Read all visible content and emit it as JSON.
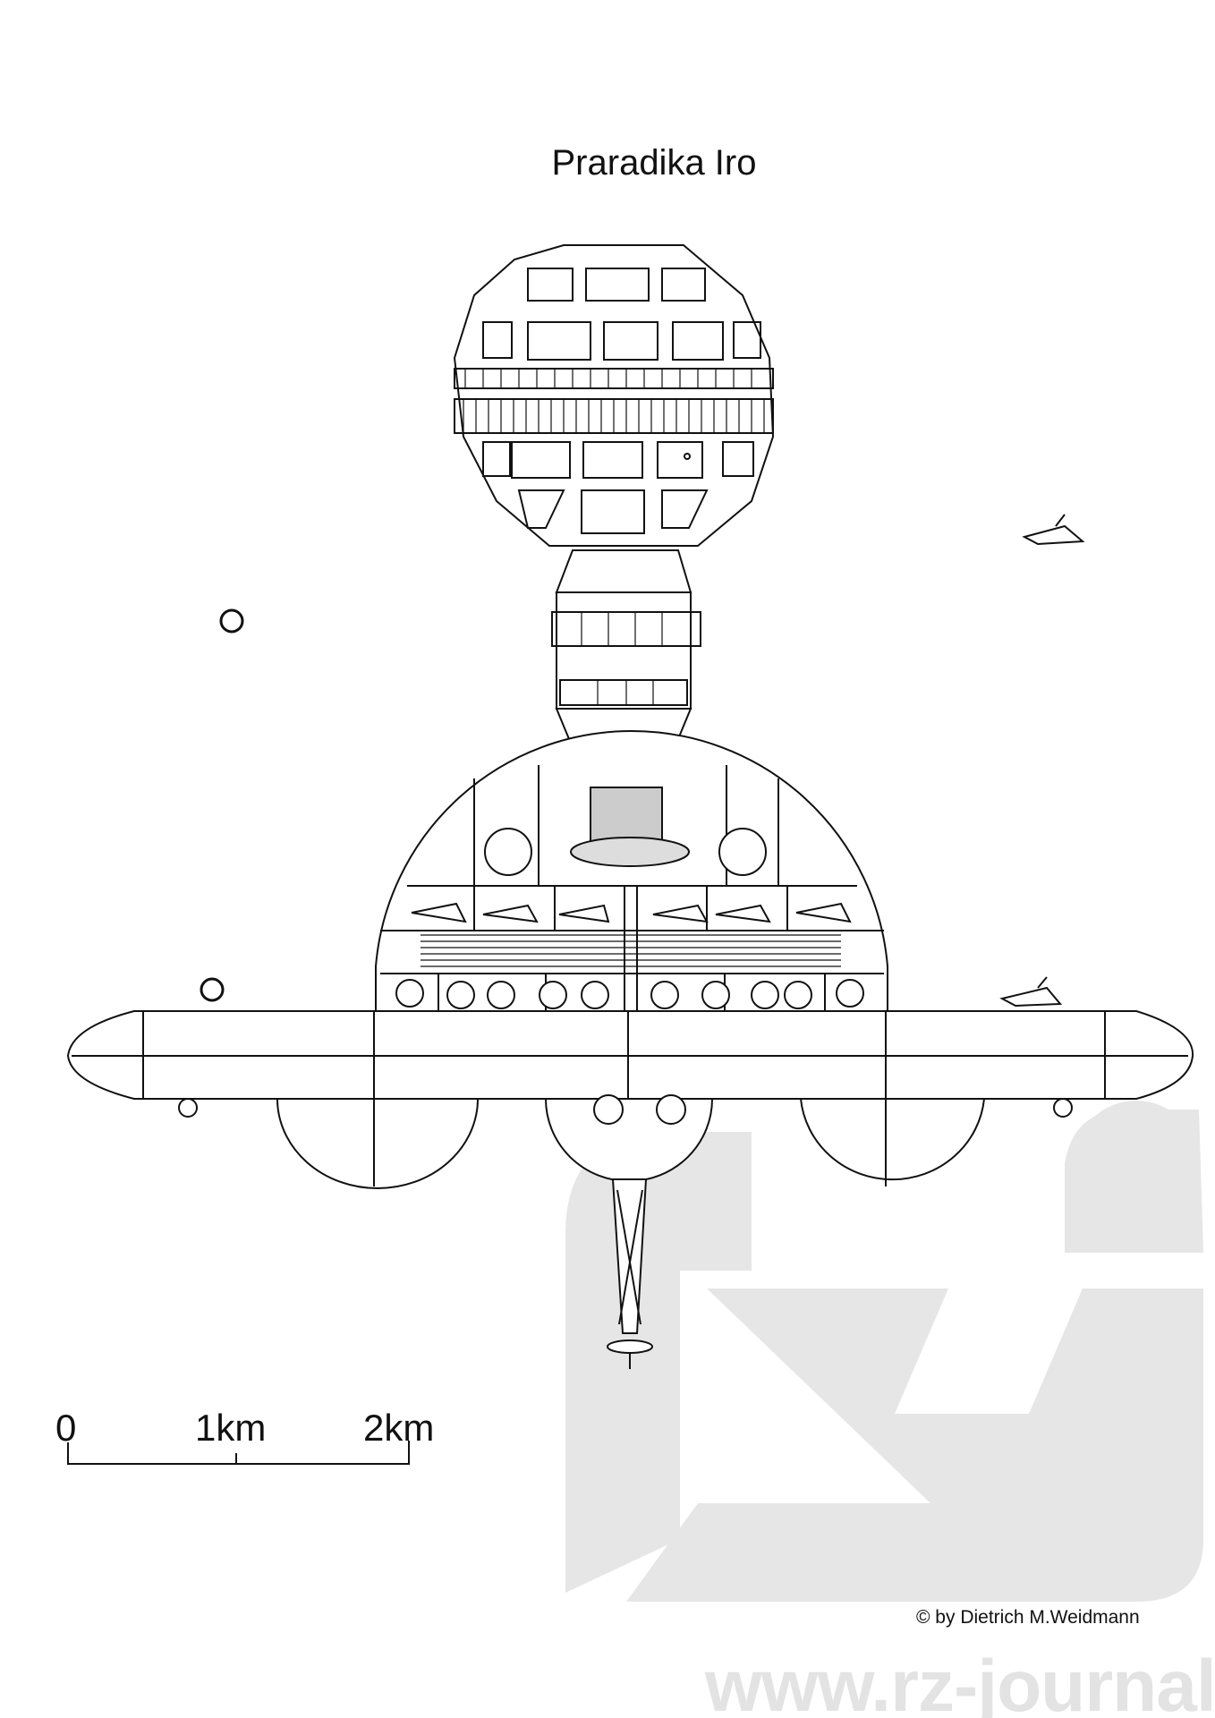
{
  "title": "Praradika Iro",
  "scale_bar": {
    "labels": [
      "0",
      "1km",
      "2km"
    ]
  },
  "copyright": "© by Dietrich M.Weidmann",
  "watermark": {
    "logo_text": "rz",
    "url": "www.rz-journal.de"
  },
  "colors": {
    "line": "#111111",
    "watermark": "#e3e3e3"
  }
}
